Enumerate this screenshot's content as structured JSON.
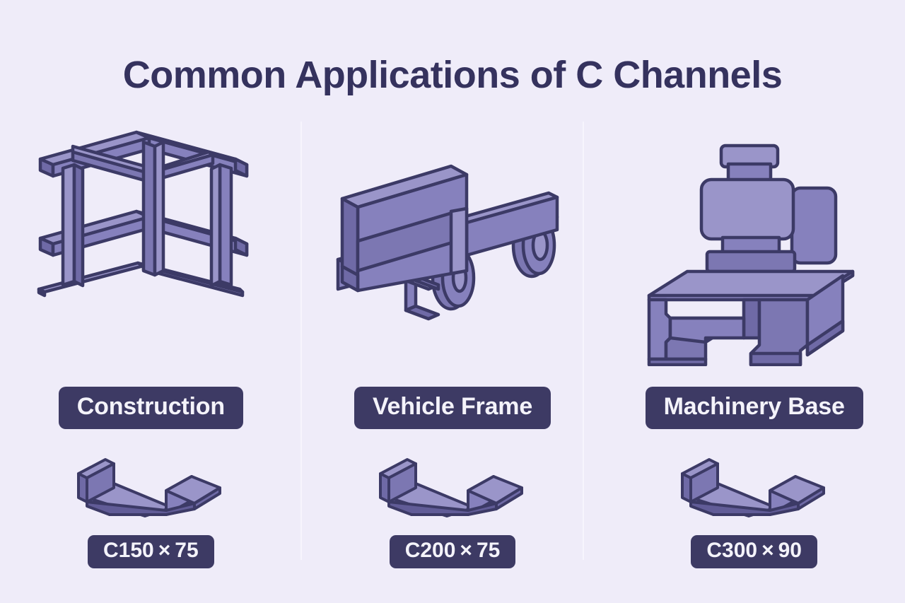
{
  "page": {
    "background_color": "#efecf9",
    "title": "Common Applications of C Channels",
    "title_color": "#35325e"
  },
  "theme": {
    "badge_bg": "#3d3a64",
    "badge_text": "#f4f3fa",
    "metal_light": "#9a95c9",
    "metal_mid": "#8681bd",
    "metal_dark": "#6f6aa6",
    "metal_shadow": "#615c97",
    "outline": "#3c3a66",
    "divider": "#f7f5fd"
  },
  "columns": [
    {
      "id": "construction",
      "illustration": "steel-building-frame-illustration",
      "label": "Construction",
      "profile": "c-channel-profile-illustration",
      "spec": "C150 × 75"
    },
    {
      "id": "vehicle",
      "illustration": "vehicle-chassis-frame-illustration",
      "label": "Vehicle Frame",
      "profile": "c-channel-profile-illustration",
      "spec": "C200 × 75"
    },
    {
      "id": "machinery",
      "illustration": "machinery-base-illustration",
      "label": "Machinery Base",
      "profile": "c-channel-profile-illustration",
      "spec": "C300 × 90"
    }
  ]
}
